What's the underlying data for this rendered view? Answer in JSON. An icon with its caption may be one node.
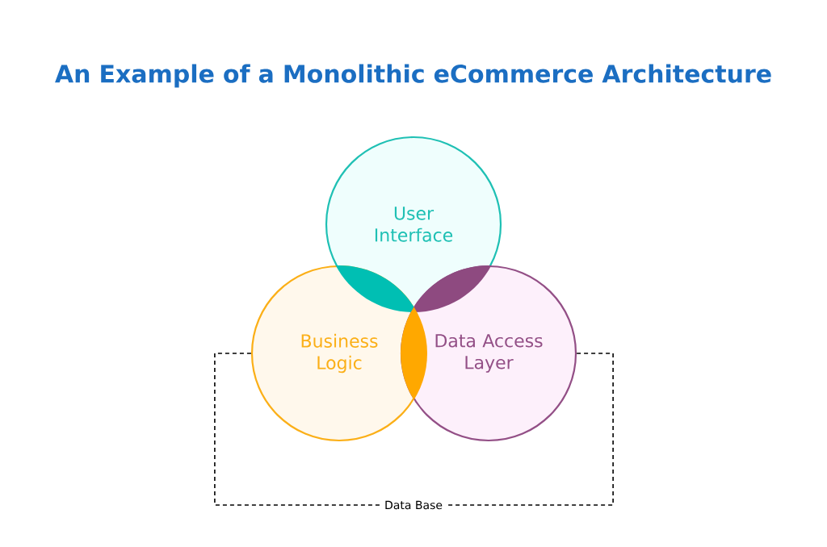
{
  "diagram": {
    "title": "An Example of a Monolithic eCommerce Architecture",
    "nodes": [
      {
        "text": [
          "User Interface"
        ]
      },
      {
        "text": [
          "Business Logic"
        ]
      },
      {
        "text": [
          "Data Access Layer"
        ]
      },
      {
        "text": [
          "Data Base"
        ]
      }
    ],
    "edges": [
      {
        "from": 1,
        "to": 3,
        "arrow": "none",
        "style": "dashed"
      },
      {
        "from": 2,
        "to": 3,
        "arrow": "none",
        "style": "dashed"
      }
    ]
  }
}
